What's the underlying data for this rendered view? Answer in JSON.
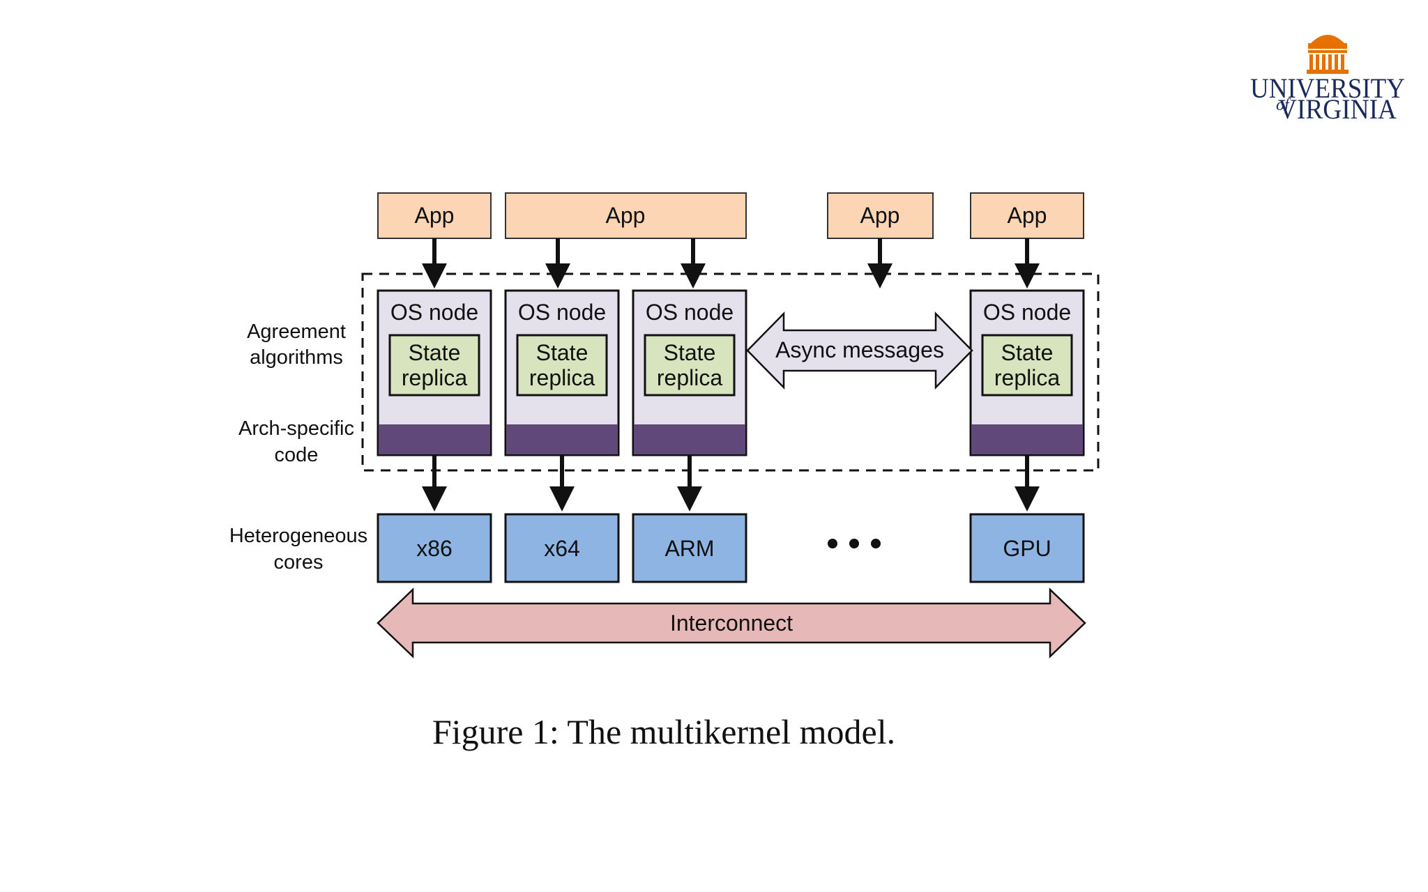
{
  "logo": {
    "line1": "UNIVERSITY",
    "of": "of",
    "line2": "VIRGINIA",
    "rotunda_color": "#e57200",
    "text_color": "#1c2a5a"
  },
  "diagram": {
    "apps": [
      "App",
      "App",
      "App",
      "App"
    ],
    "os_node_label": "OS node",
    "state_replica_line1": "State",
    "state_replica_line2": "replica",
    "async_messages": "Async messages",
    "side_labels": {
      "agreement_line1": "Agreement",
      "agreement_line2": "algorithms",
      "arch_line1": "Arch-specific",
      "arch_line2": "code",
      "hetero_line1": "Heterogeneous",
      "hetero_line2": "cores"
    },
    "cores": [
      "x86",
      "x64",
      "ARM",
      "GPU"
    ],
    "interconnect": "Interconnect",
    "colors": {
      "app": "#fcd5b5",
      "os_node": "#e4e0ec",
      "state_replica": "#d7e4bd",
      "arch_code": "#60497a",
      "core": "#8db4e2",
      "async_arrow": "#e4e0ec",
      "interconnect_arrow": "#e6b9b8"
    }
  },
  "caption": "Figure 1: The multikernel model."
}
